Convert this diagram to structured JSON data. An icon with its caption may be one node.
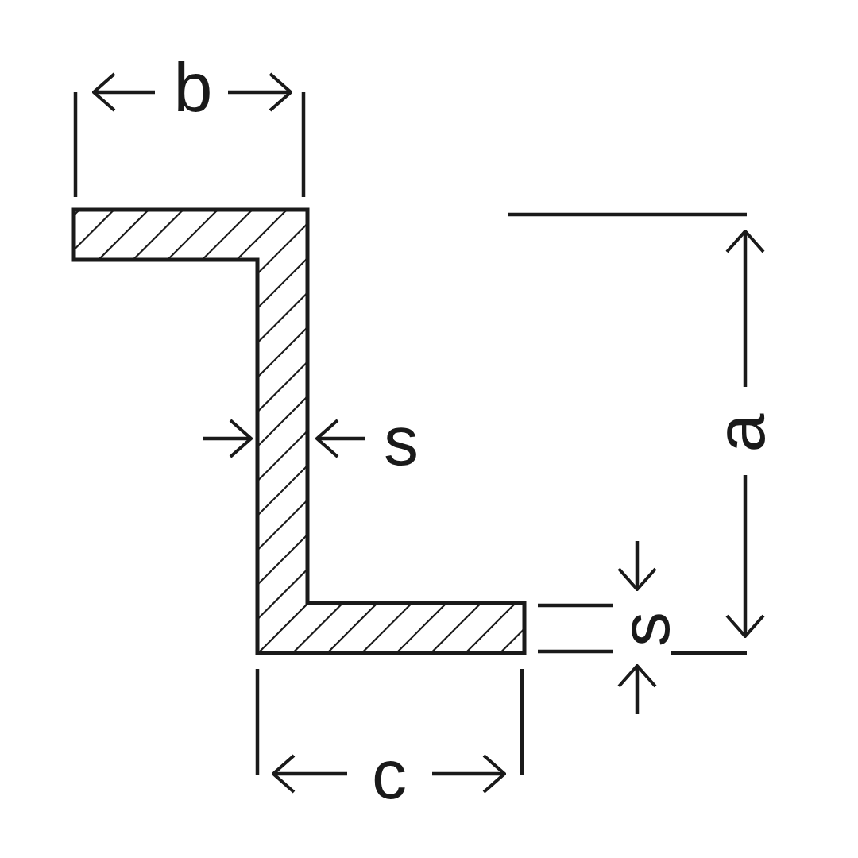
{
  "diagram": {
    "labels": [
      "b",
      "s",
      "a",
      "s",
      "c"
    ]
  }
}
